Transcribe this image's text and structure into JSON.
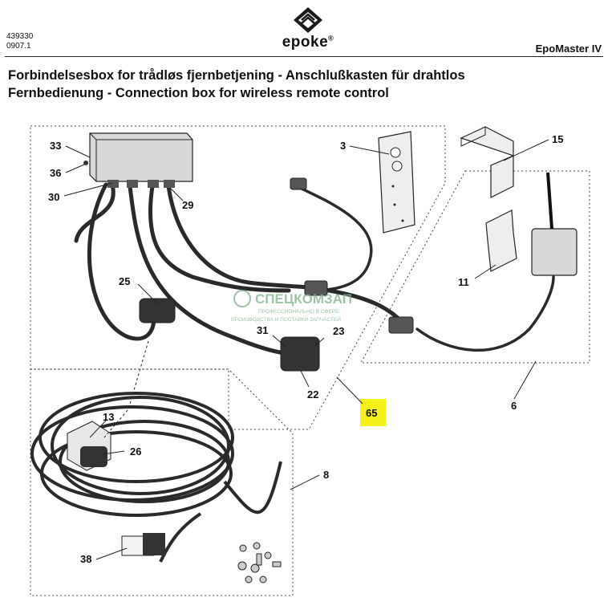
{
  "header": {
    "doc_number_line1": "439330",
    "doc_number_line2": "0907.1",
    "brand": "epoke",
    "registered_mark": "®",
    "model": "EpoMaster IV"
  },
  "title": {
    "line1": "Forbindelsesbox for trådløs fjernbetjening - Anschlußkasten für drahtlos",
    "line2": "Fernbedienung - Connection box for wireless remote control"
  },
  "callouts": {
    "c33": "33",
    "c36": "36",
    "c30": "30",
    "c29": "29",
    "c3": "3",
    "c15": "15",
    "c25": "25",
    "c11": "11",
    "c31": "31",
    "c23": "23",
    "c22": "22",
    "c65": "65",
    "c6": "6",
    "c13": "13",
    "c26": "26",
    "c8": "8",
    "c38": "38"
  },
  "watermark": {
    "brand": "СПЕЦКОМЗАП",
    "line1": "ПРОФЕССИОНАЛЬНО В СФЕРЕ",
    "line2": "ПРОИЗВОДСТВА И ПОСТАВКИ ЗАПЧАСТЕЙ"
  },
  "colors": {
    "highlight": "#f5ef1a",
    "line": "#222222",
    "cable": "#2a2a2a",
    "box_fill": "#d8d8d8",
    "watermark": "#7fb08a"
  }
}
